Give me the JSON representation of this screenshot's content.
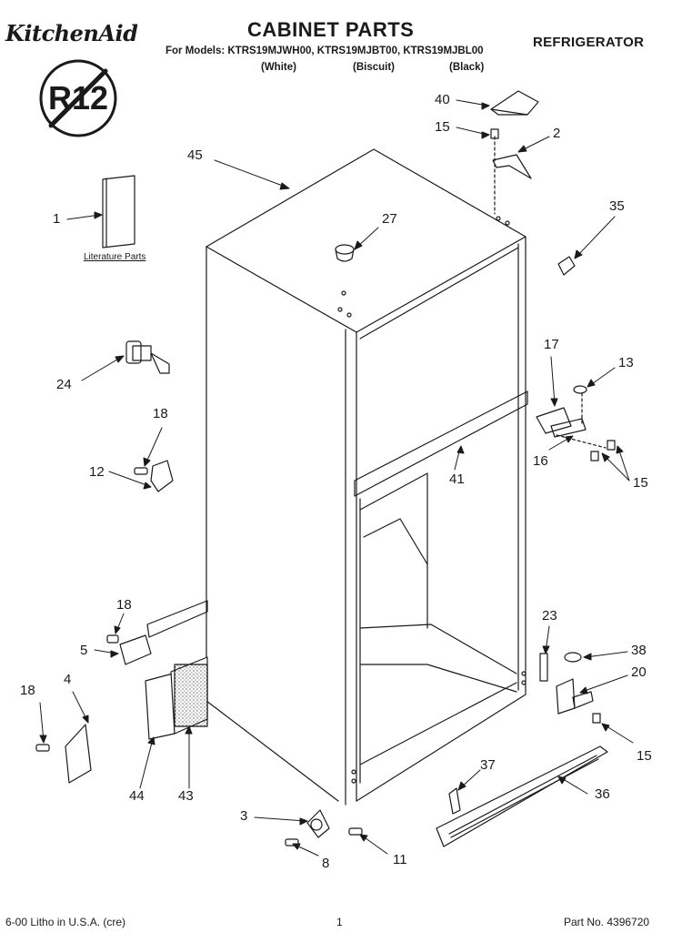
{
  "header": {
    "brand": "KitchenAid",
    "title": "CABINET PARTS",
    "models_line": "For Models: KTRS19MJWH00, KTRS19MJBT00, KTRS19MJBL00",
    "variants": [
      "(White)",
      "(Biscuit)",
      "(Black)"
    ],
    "category": "REFRIGERATOR",
    "badge": "R12"
  },
  "literature_label": "Literature Parts",
  "callouts": {
    "c45": "45",
    "c1": "1",
    "c27": "27",
    "c40": "40",
    "c15a": "15",
    "c2": "2",
    "c35": "35",
    "c24": "24",
    "c18a": "18",
    "c12": "12",
    "c17": "17",
    "c13": "13",
    "c16": "16",
    "c15b": "15",
    "c41": "41",
    "c18b": "18",
    "c5": "5",
    "c4": "4",
    "c18c": "18",
    "c44": "44",
    "c43": "43",
    "c23": "23",
    "c38": "38",
    "c20": "20",
    "c15c": "15",
    "c37": "37",
    "c36": "36",
    "c3": "3",
    "c8": "8",
    "c11": "11"
  },
  "footer": {
    "litho": "6-00 Litho in U.S.A. (cre)",
    "page": "1",
    "part_no": "Part No. 4396720"
  },
  "colors": {
    "ink": "#1a1a1a",
    "paper": "#ffffff"
  }
}
